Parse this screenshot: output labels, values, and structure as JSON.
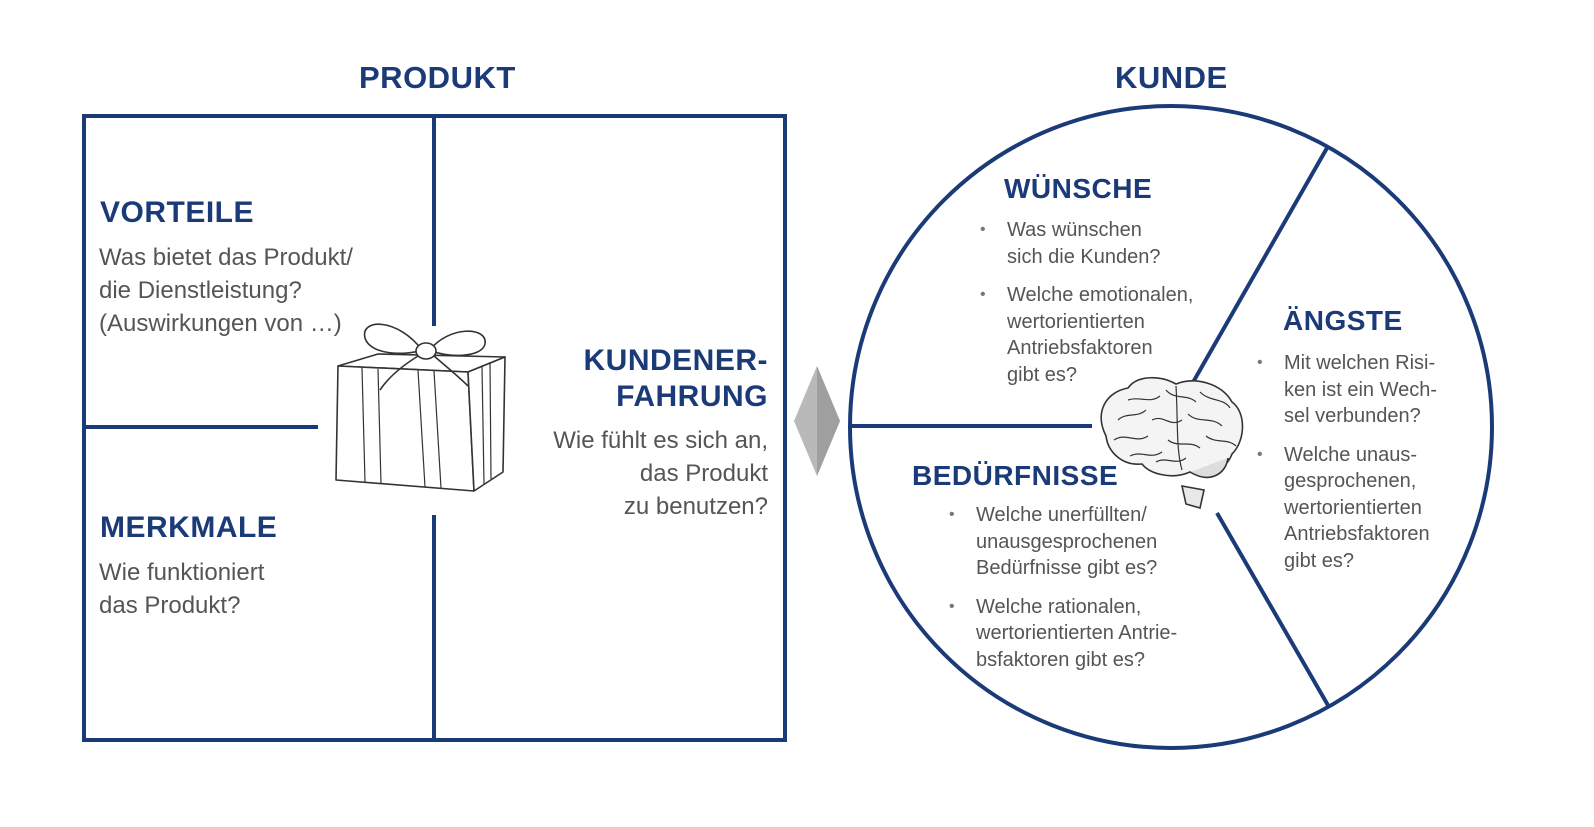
{
  "colors": {
    "navy": "#1b3a78",
    "text_gray": "#555555",
    "diamond_gray": "#b9b9b9"
  },
  "produkt": {
    "title": "PRODUKT",
    "vorteile": {
      "heading": "VORTEILE",
      "text": "Was bietet das Produkt/\ndie Dienstleistung?\n(Auswirkungen von …)"
    },
    "merkmale": {
      "heading": "MERKMALE",
      "text": "Wie funktioniert\ndas Produkt?"
    },
    "kundenerfahrung": {
      "heading": "KUNDENER-\nFAHRUNG",
      "text": "Wie fühlt es sich an,\ndas Produkt\nzu benutzen?"
    },
    "icon": "gift-box-icon"
  },
  "kunde": {
    "title": "KUNDE",
    "wuensche": {
      "heading": "WÜNSCHE",
      "bullets": [
        "Was wünschen\nsich die Kunden?",
        "Welche emotionalen,\nwertorientierten\nAntriebsfaktoren\ngibt es?"
      ]
    },
    "aengste": {
      "heading": "ÄNGSTE",
      "bullets": [
        "Mit welchen Risi-\nken ist ein Wech-\nsel verbunden?",
        "Welche unaus-\ngesprochenen,\nwertorientierten\nAntriebsfaktoren\ngibt es?"
      ]
    },
    "beduerfnisse": {
      "heading": "BEDÜRFNISSE",
      "bullets": [
        "Welche unerfüllten/\nunausgesprochenen\nBedürfnisse gibt es?",
        "Welche rationalen,\nwertorientierten Antrie-\nbsfaktoren gibt es?"
      ]
    },
    "icon": "brain-icon"
  },
  "connector_icon": "diamond-connector-icon"
}
